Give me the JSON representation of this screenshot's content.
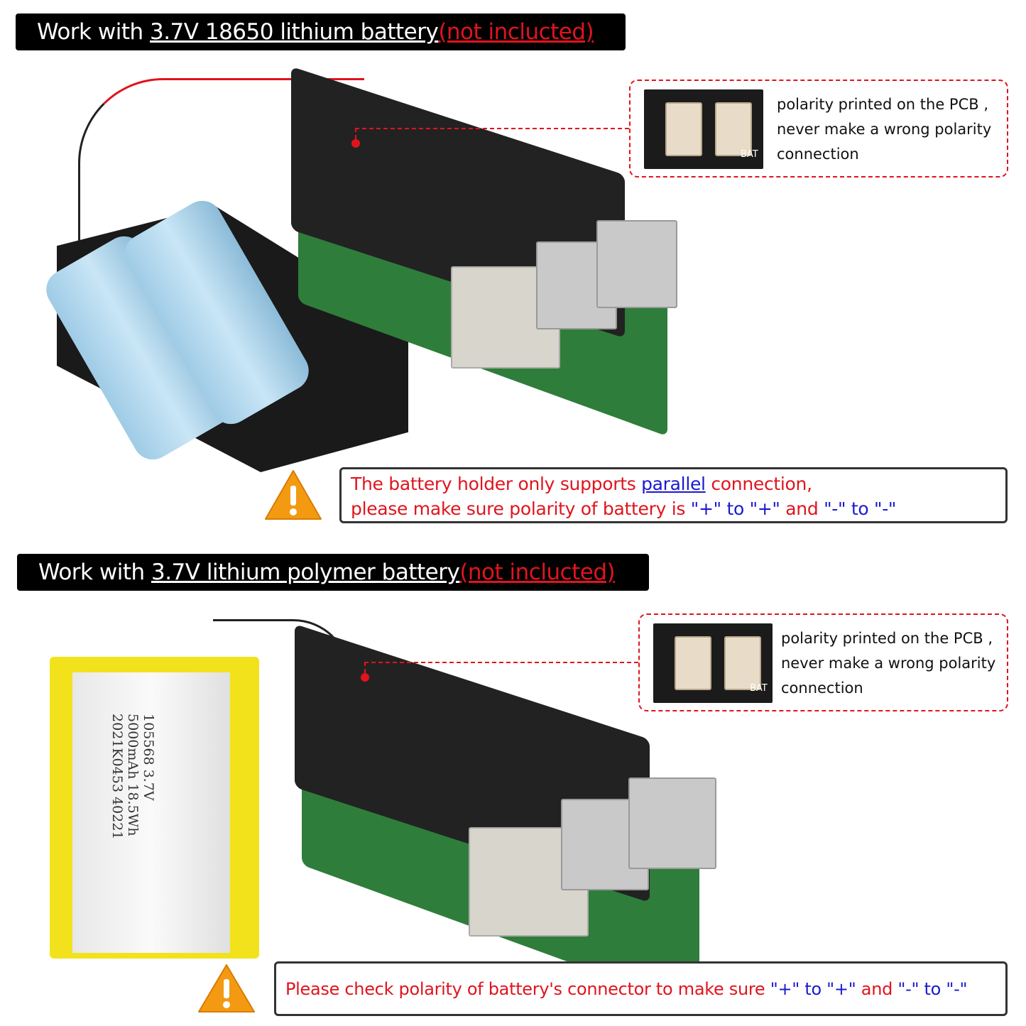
{
  "section1": {
    "banner": {
      "prefix": "Work with ",
      "battery": "3.7V 18650 lithium battery",
      "note": "(not inclucted)"
    },
    "callout": {
      "lines": [
        "polarity printed on the PCB ,",
        "never make a wrong polarity",
        "connection"
      ],
      "pcb_label": "BAT"
    },
    "warning": {
      "line1": [
        "The battery holder only supports ",
        "parallel",
        " connection,"
      ],
      "line2": [
        "please make sure polarity of battery is ",
        "\"+\" to \"+\"",
        " and ",
        "\"-\" to \"-\""
      ]
    }
  },
  "section2": {
    "banner": {
      "prefix": "Work with ",
      "battery": "3.7V lithium polymer battery",
      "note": "(not inclucted)"
    },
    "callout": {
      "lines": [
        "polarity printed on the PCB ,",
        "never make a wrong polarity",
        "connection"
      ],
      "pcb_label": "BAT"
    },
    "battery_label": [
      "105568 3.7V",
      "5000mAh 18.5Wh",
      "2021K0453 40221"
    ],
    "warning": {
      "line1": [
        "Please check polarity of battery's connector to make sure ",
        "\"+\" to \"+\"",
        " and ",
        "\"-\" to \"-\""
      ]
    }
  },
  "colors": {
    "accent_red": "#e0141e",
    "accent_blue": "#1a1ad0",
    "banner_bg": "#000000",
    "warning_icon": "#f39a12"
  },
  "icons": [
    "warning-triangle-icon"
  ]
}
